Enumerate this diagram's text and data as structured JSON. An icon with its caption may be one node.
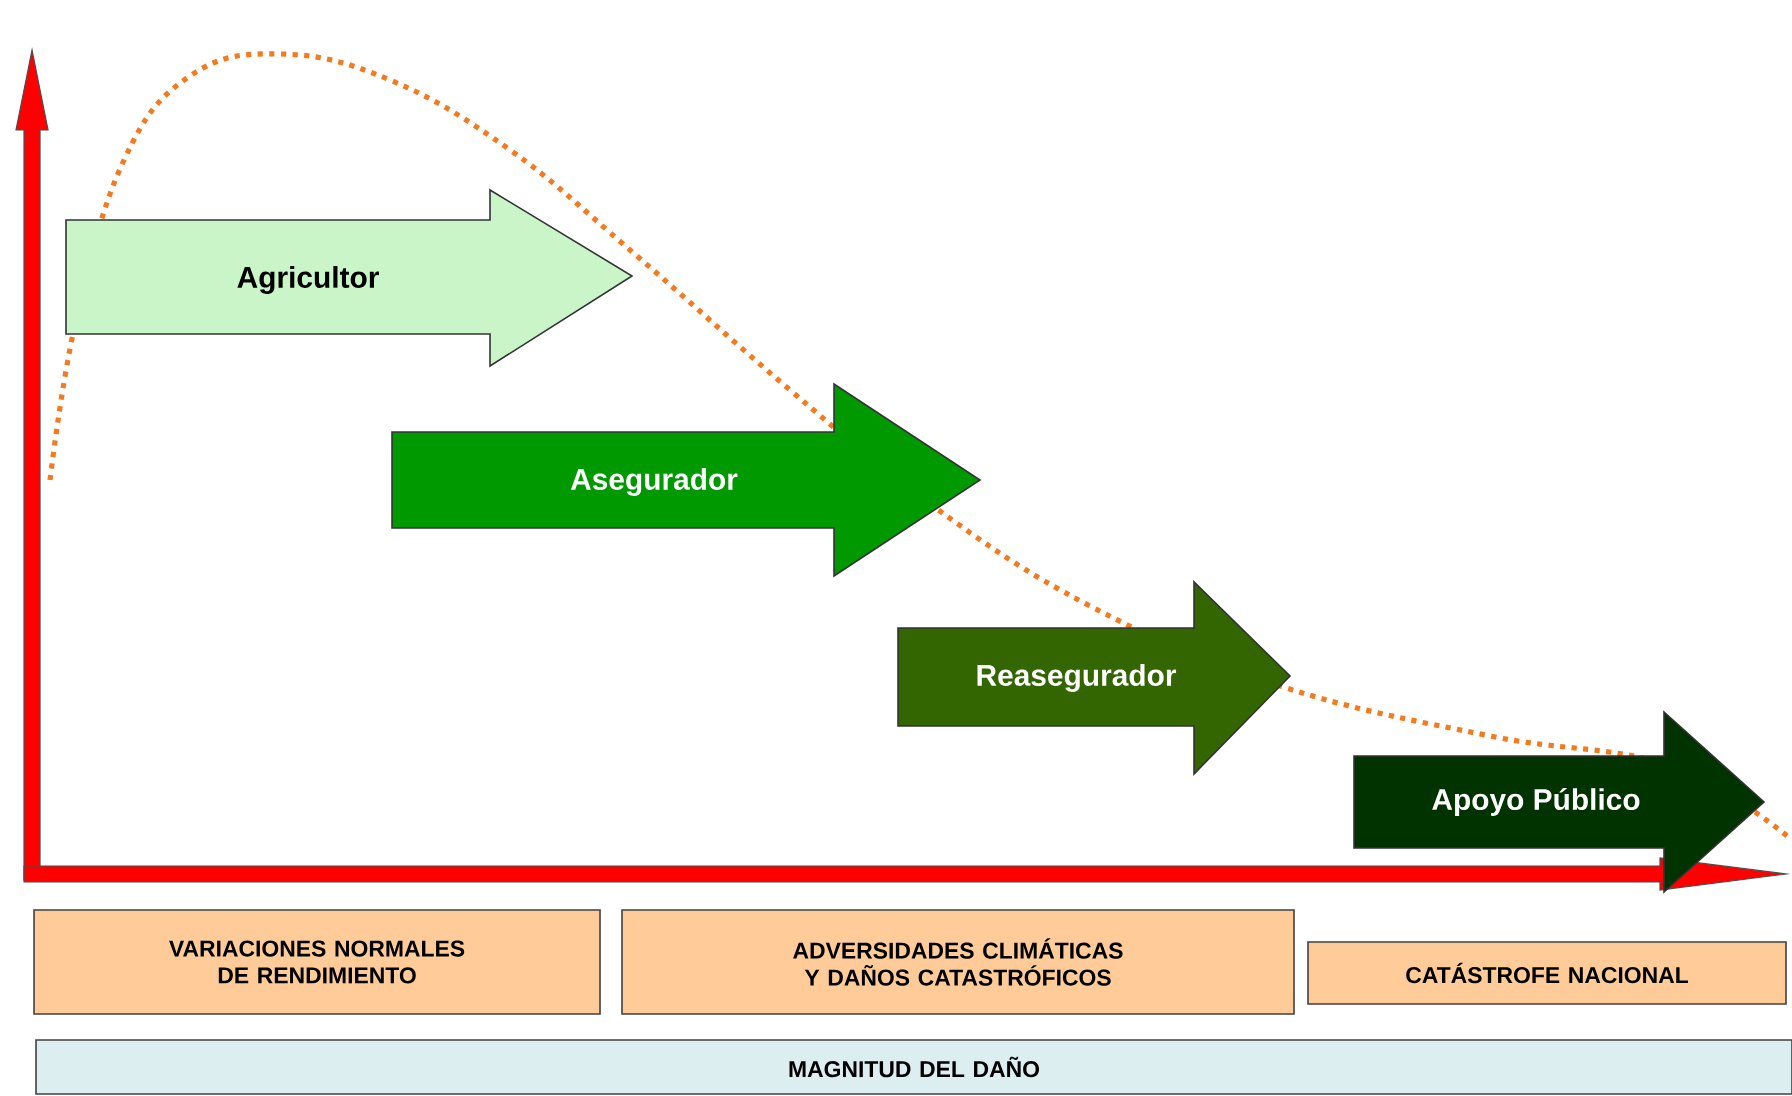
{
  "diagram": {
    "nodes": [
      {
        "text": [
          "Agricultor"
        ]
      },
      {
        "text": [
          "Asegurador"
        ]
      },
      {
        "text": [
          "Reasegurador"
        ]
      },
      {
        "text": [
          "Apoyo Público"
        ]
      },
      {
        "text": [
          "VARIACIONES NORMALES DE RENDIMIENTO"
        ]
      },
      {
        "text": [
          "ADVERSIDADES CLIMÁTICAS Y DAÑOS CATASTRÓFICOS"
        ]
      },
      {
        "text": [
          "CATÁSTROFE NACIONAL"
        ]
      },
      {
        "text": [
          "MAGNITUD DEL DAÑO"
        ]
      }
    ]
  }
}
